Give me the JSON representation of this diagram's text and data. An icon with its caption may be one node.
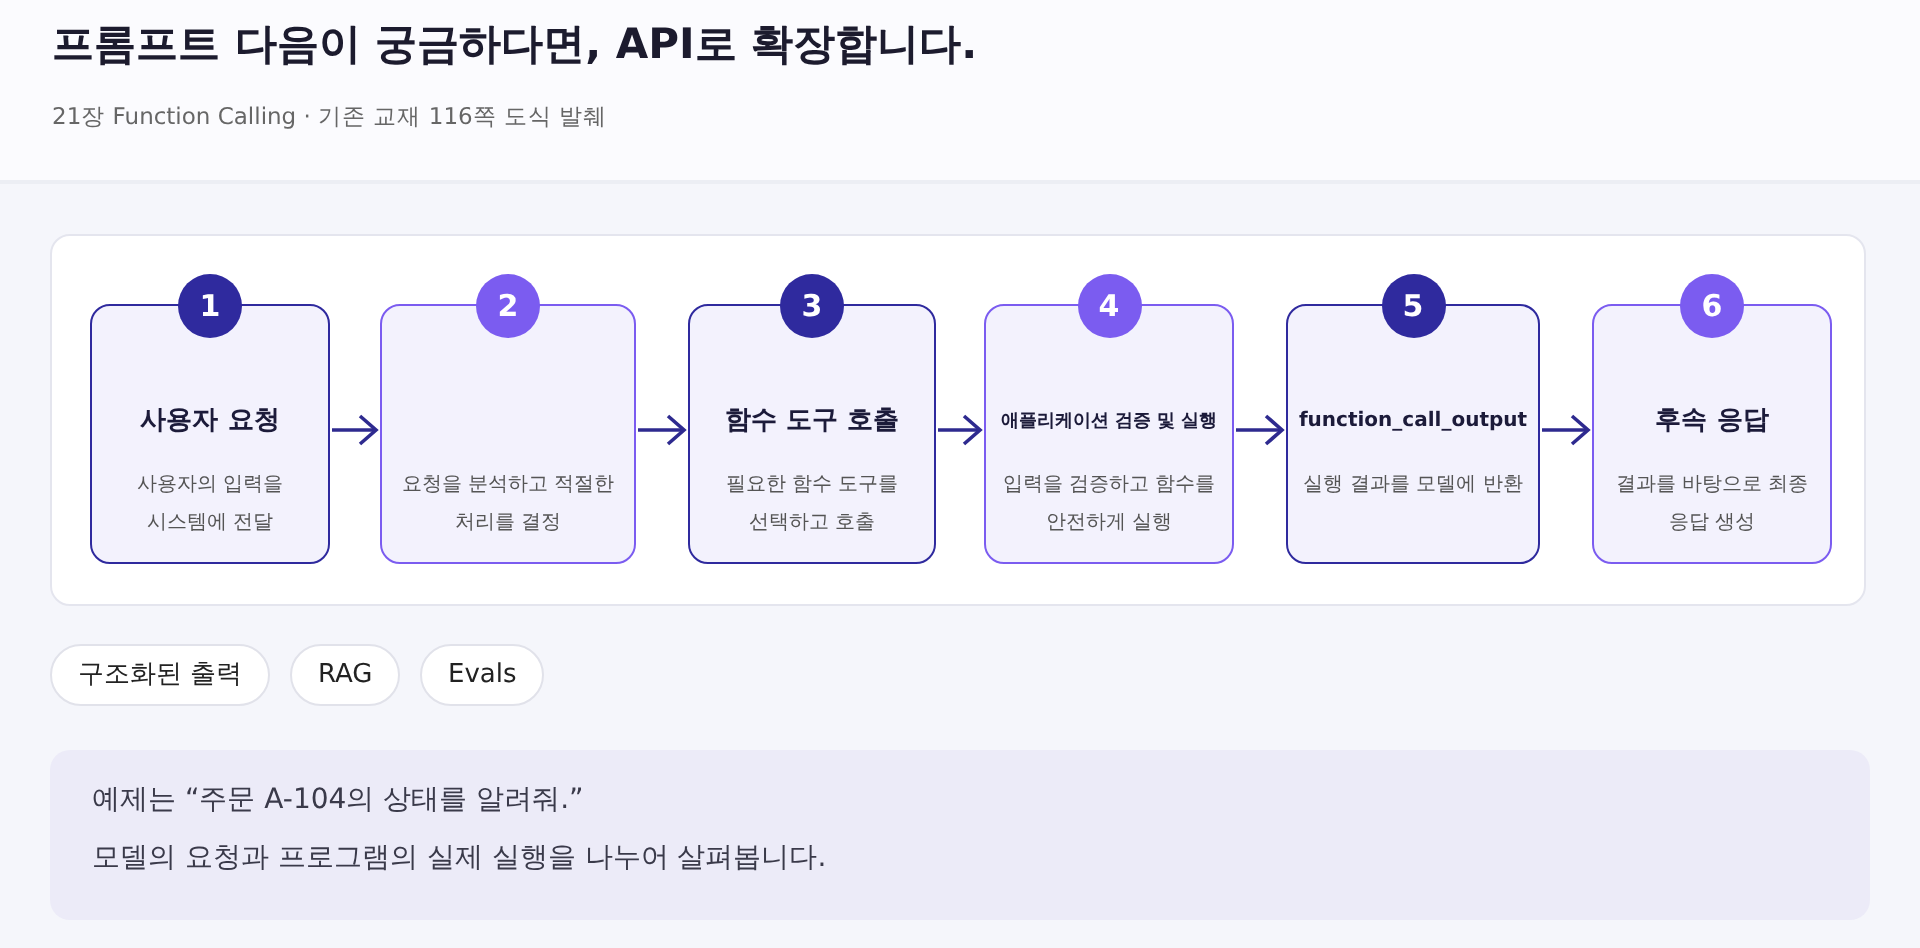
{
  "diagram": {
    "title": "프롬프트 다음이 궁금하다면, API로 확장합니다.",
    "nodes": [
      {
        "text": [
          "1",
          "사용자 요청",
          "사용자의 입력을 시스템에 전달"
        ]
      },
      {
        "text": [
          "2",
          "요청을 분석하고 적절한 처리를 결정"
        ]
      },
      {
        "text": [
          "3",
          "함수 도구 호출",
          "필요한 함수 도구를 선택하고 호출"
        ]
      },
      {
        "text": [
          "4",
          "애플리케이션 검증 및 실행",
          "입력을 검증하고 함수를 안전하게 실행"
        ]
      },
      {
        "text": [
          "5",
          "function_call_output",
          "실행 결과를 모델에 반환"
        ]
      },
      {
        "text": [
          "6",
          "후속 응답",
          "결과를 바탕으로 최종 응답 생성"
        ]
      }
    ],
    "edges": [
      {
        "from": 0,
        "to": 1,
        "arrow": "to"
      },
      {
        "from": 1,
        "to": 2,
        "arrow": "to"
      },
      {
        "from": 2,
        "to": 3,
        "arrow": "to"
      },
      {
        "from": 3,
        "to": 4,
        "arrow": "to"
      },
      {
        "from": 4,
        "to": 5,
        "arrow": "to"
      }
    ],
    "labels": [
      "21장 Function Calling · 기존 교재 116쪽 도식 발췌",
      "구조화된 출력",
      "RAG",
      "Evals",
      "예제는 “주문 A-104의 상태를 알려줘.”",
      "모델의 요청과 프로그램의 실제 실행을 나누어 살펴봅니다."
    ]
  }
}
